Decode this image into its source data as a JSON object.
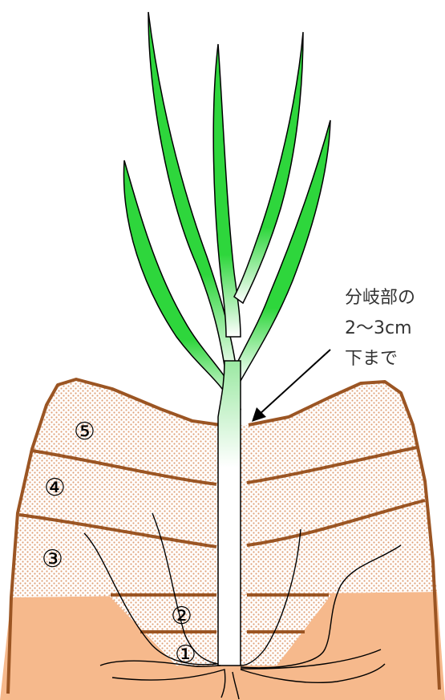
{
  "annotation": {
    "line1": "分岐部の",
    "line2": "2〜3cm",
    "line3": "下まで"
  },
  "layers": [
    {
      "label": "①"
    },
    {
      "label": "②"
    },
    {
      "label": "③"
    },
    {
      "label": "④"
    },
    {
      "label": "⑤"
    }
  ],
  "colors": {
    "leaf_green": "#2ed63c",
    "leaf_dark": "#1aa829",
    "stem_white": "#ffffff",
    "soil_base": "#f6b98c",
    "soil_dot": "#e0a27a",
    "ridge_line": "#9b5523",
    "root_line": "#000000"
  }
}
